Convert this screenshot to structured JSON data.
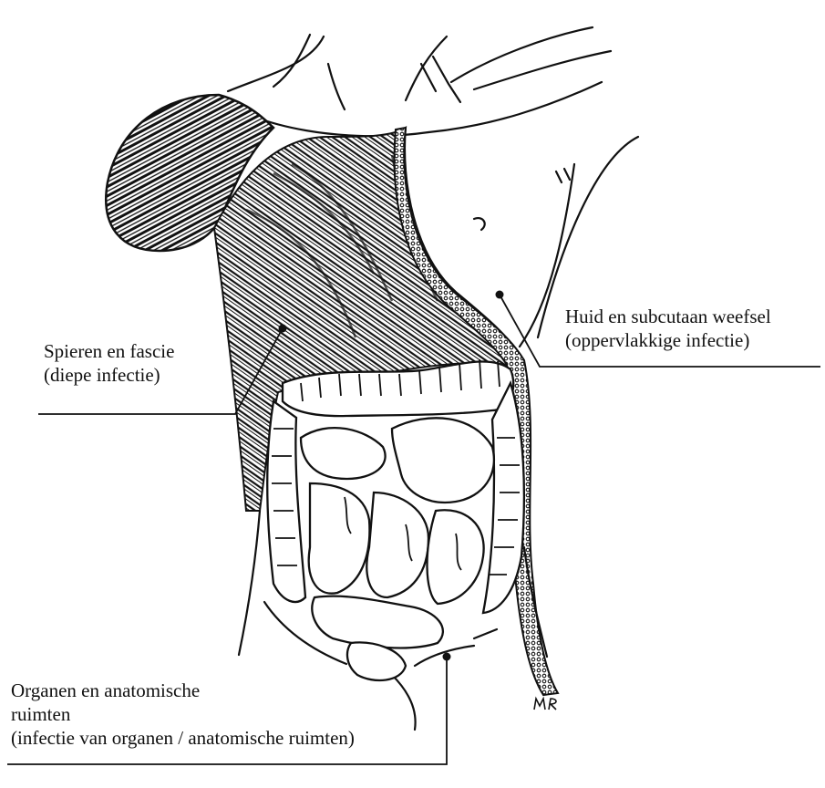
{
  "labels": {
    "skin": {
      "line1": "Huid en subcutaan weefsel",
      "line2": "(oppervlakkige infectie)"
    },
    "muscle": {
      "line1": "Spieren en fascie",
      "line2": "(diepe infectie)"
    },
    "organs": {
      "line1": "Organen en anatomische",
      "line2": "ruimten",
      "line3": "(infectie van organen / anatomische ruimten)"
    }
  },
  "signature": "MR"
}
